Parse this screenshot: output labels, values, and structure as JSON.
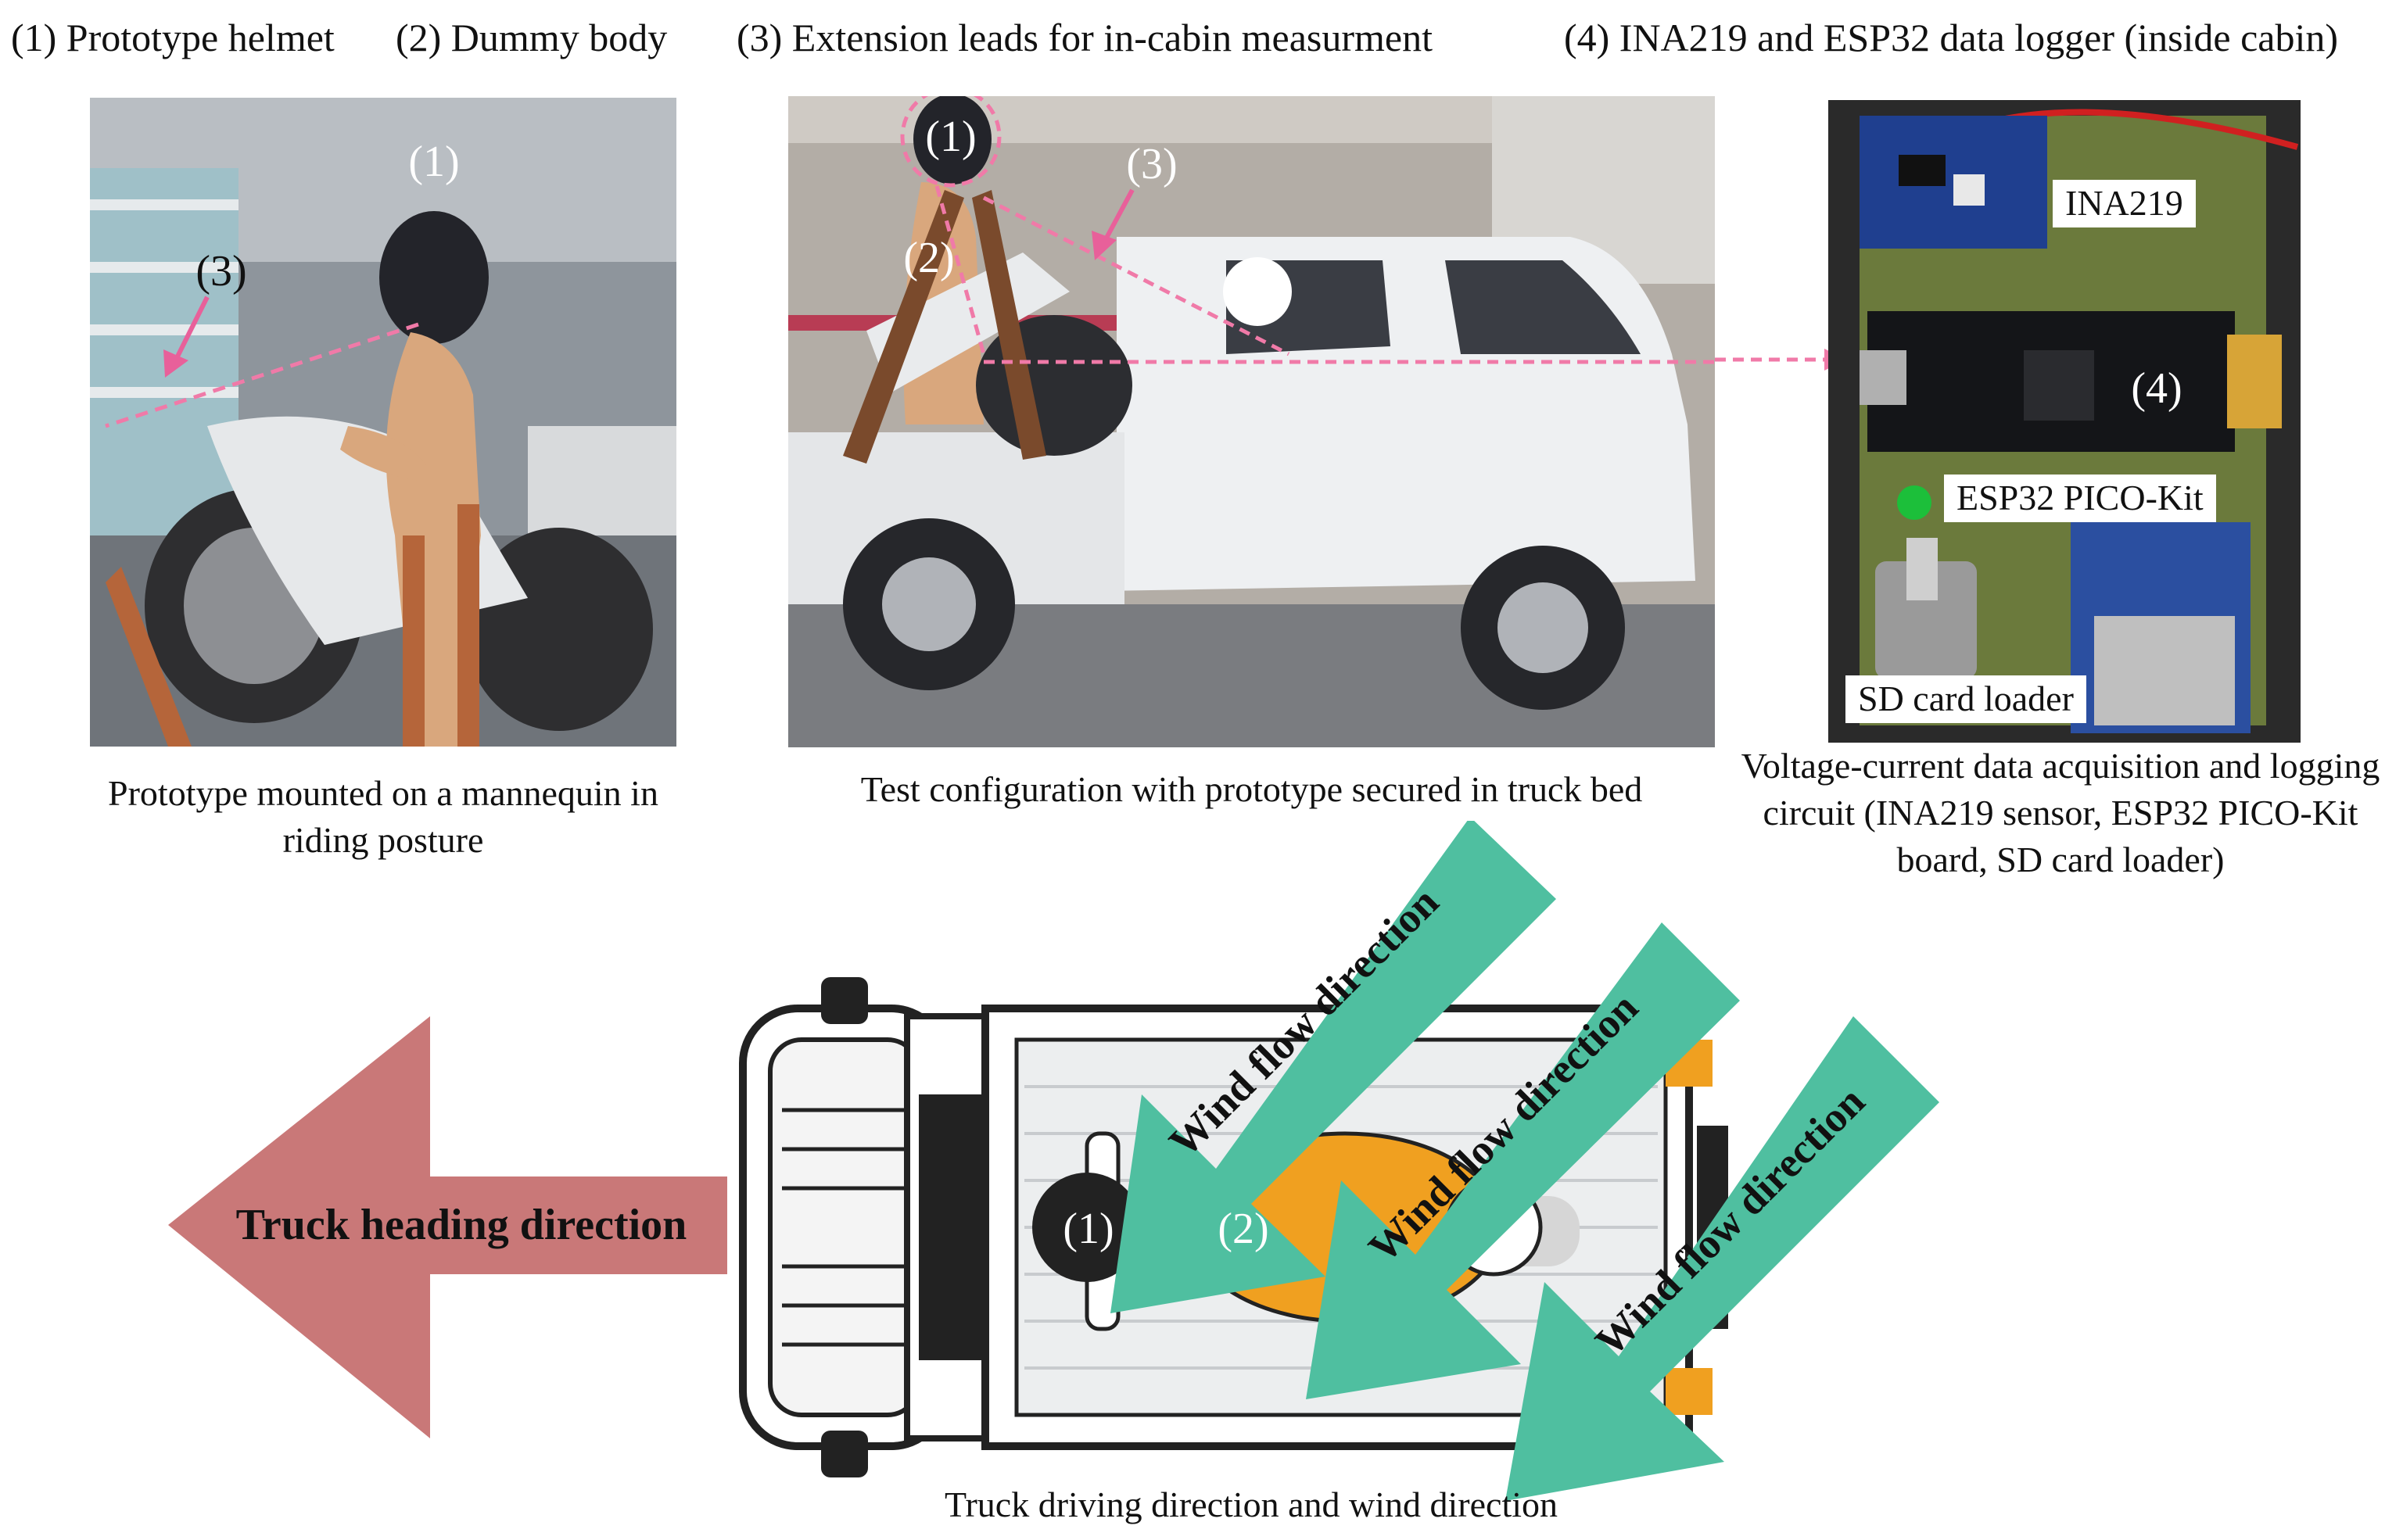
{
  "legend": [
    "(1) Prototype helmet",
    "(2) Dummy body",
    "(3) Extension leads for in-cabin measurment",
    "(4) INA219 and ESP32 data logger (inside cabin)"
  ],
  "panel_a": {
    "caption": "Prototype mounted on a mannequin in riding posture",
    "marker_1": "(1)",
    "marker_3": "(3)"
  },
  "panel_b": {
    "caption": "Test configuration with prototype secured in truck bed",
    "marker_1": "(1)",
    "marker_2": "(2)",
    "marker_3": "(3)"
  },
  "panel_c": {
    "caption": "Voltage-current data acquisition and logging circuit (INA219 sensor, ESP32 PICO-Kit board, SD card loader)",
    "label_ina": "INA219",
    "label_esp": "ESP32 PICO-Kit",
    "label_sd": "SD card loader",
    "marker_4": "(4)"
  },
  "panel_d": {
    "caption": "Truck driving direction and wind direction",
    "heading_label": "Truck heading direction",
    "wind_label": "Wind flow direction",
    "marker_1": "(1)",
    "marker_2": "(2)"
  },
  "colors": {
    "heading_arrow": "#c97878",
    "wind_arrow": "#4fbfa0",
    "pink_lead": "#f07aa8",
    "dummy_orange": "#f0a020",
    "pcb_green": "#6b7a3c"
  }
}
